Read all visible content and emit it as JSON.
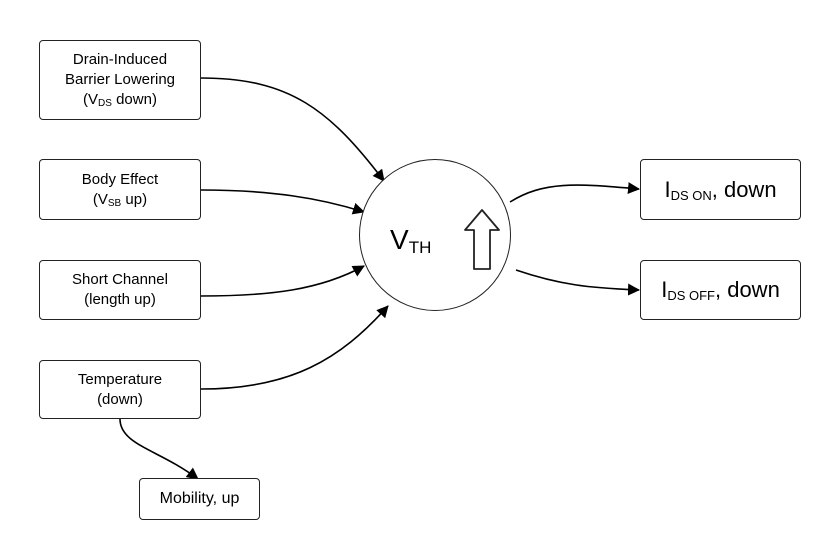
{
  "inputs": {
    "dibl": {
      "line1": "Drain-Induced",
      "line2": "Barrier Lowering",
      "line3_pre": "(V",
      "line3_sub": "DS",
      "line3_post": " down)"
    },
    "body_effect": {
      "line1": "Body Effect",
      "line2_pre": "(V",
      "line2_sub": "SB",
      "line2_post": " up)"
    },
    "short_channel": {
      "line1": "Short Channel",
      "line2": "(length up)"
    },
    "temperature": {
      "line1": "Temperature",
      "line2": "(down)"
    }
  },
  "mobility": {
    "label": "Mobility, up"
  },
  "center": {
    "v": "V",
    "sub": "TH",
    "arrow_icon": "up-arrow-icon"
  },
  "outputs": {
    "ids_on": {
      "pre": "I",
      "sub": "DS ON",
      "post": ", down"
    },
    "ids_off": {
      "pre": "I",
      "sub": "DS OFF",
      "post": ", down"
    }
  }
}
